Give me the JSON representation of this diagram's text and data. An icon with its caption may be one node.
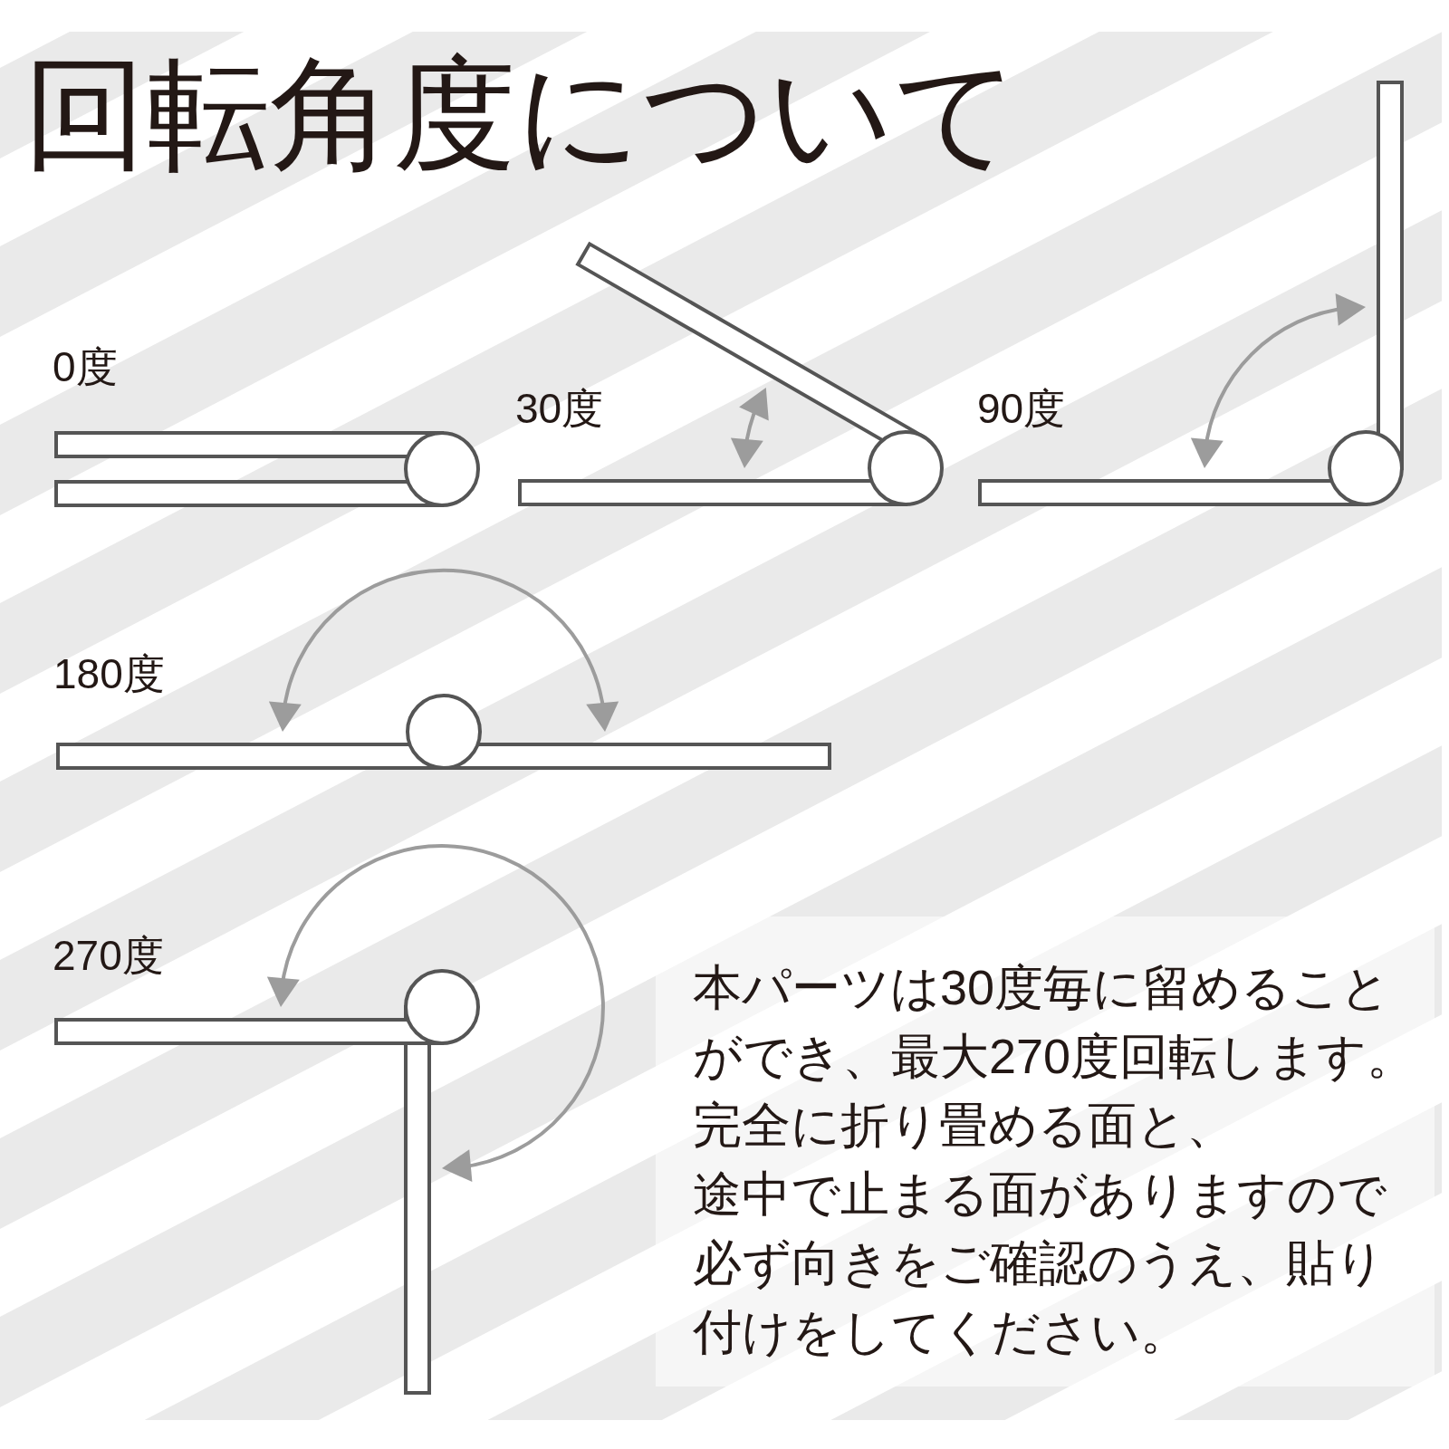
{
  "diagram": {
    "title": "回転角度について",
    "nodes": [
      {
        "text": [
          "本パーツは30度毎に留めることができ、最大270度回転します。",
          "完全に折り畳める面と、",
          "途中で止まる面がありますので必ず向きをご確認のうえ、貼り付けをしてください。"
        ]
      }
    ],
    "labels": [
      "0度",
      "30度",
      "90度",
      "180度",
      "270度"
    ]
  }
}
